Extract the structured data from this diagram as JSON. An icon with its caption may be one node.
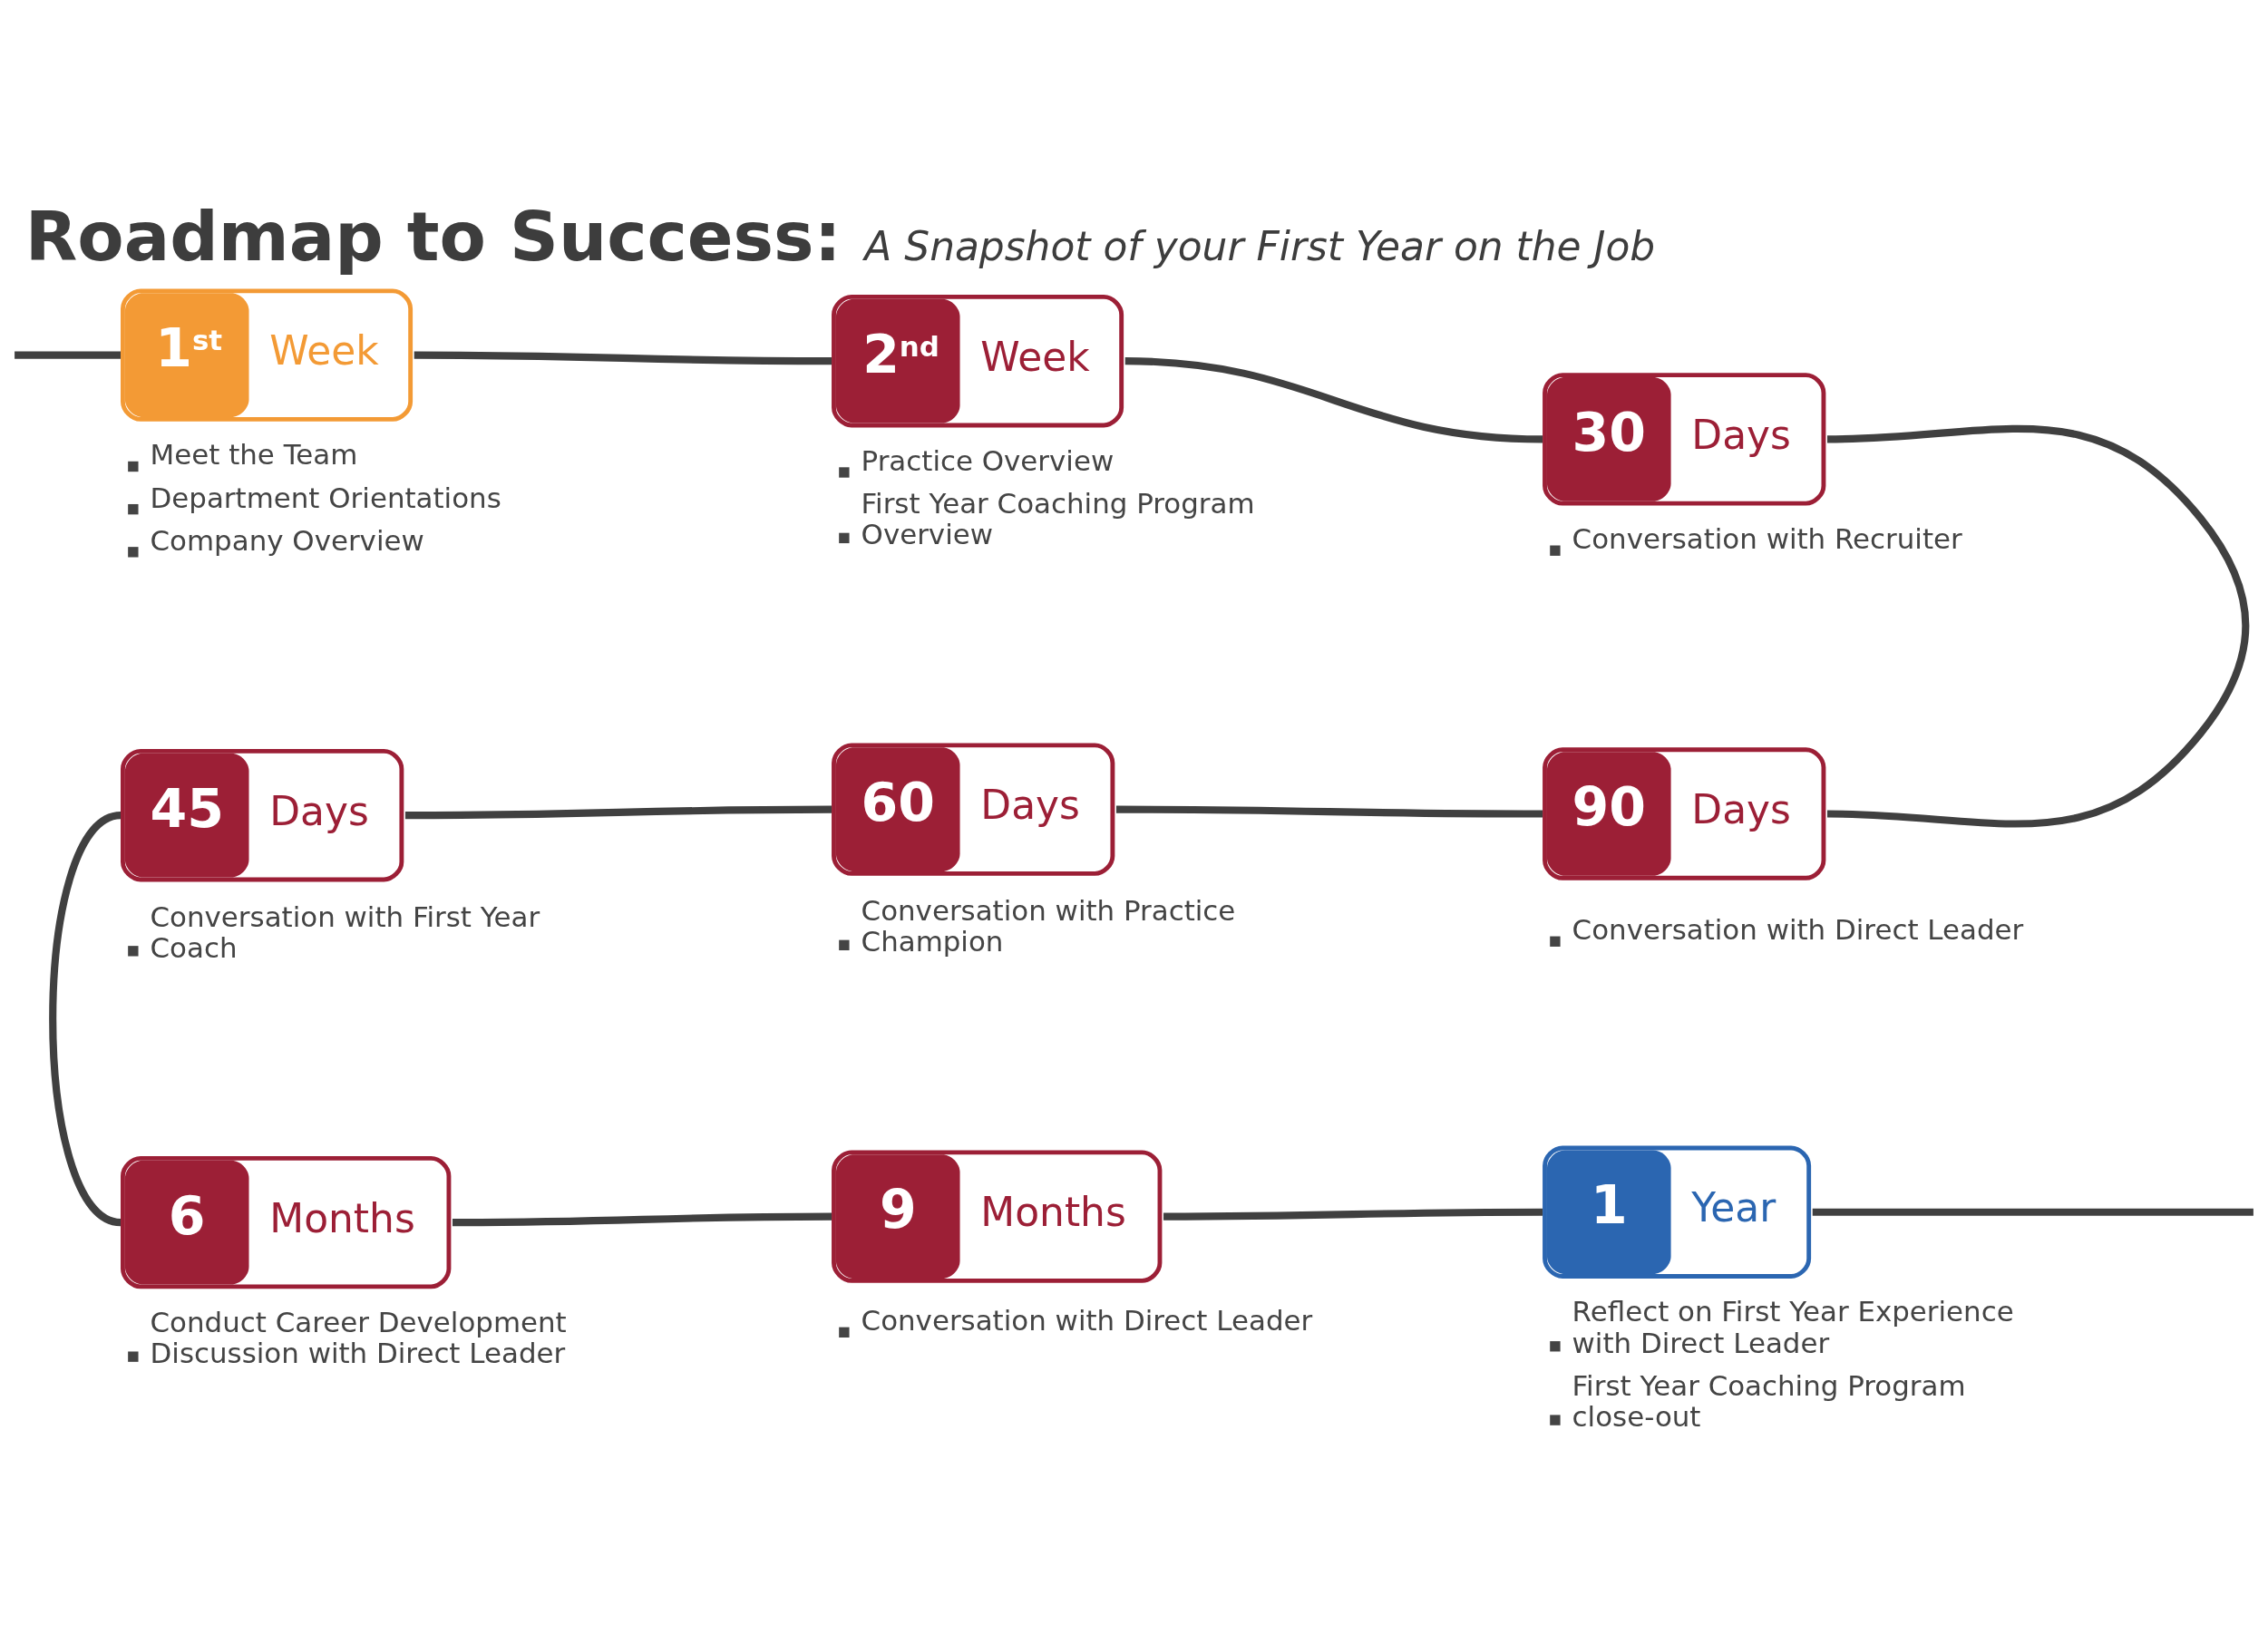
{
  "diagram": {
    "title": "Roadmap to Success: *A Snapshot of your First Year on the Job*",
    "nodes": [
      {
        "text": [
          "1$^{st}$",
          "Week"
        ],
        "beside": [
          "Meet the Team",
          "Department Orientations",
          "Company Overview"
        ]
      },
      {
        "text": [
          "2$^{nd}$",
          "Week"
        ],
        "beside": [
          "Practice Overview",
          "First Year Coaching Program Overview"
        ]
      },
      {
        "text": [
          "30",
          "Days"
        ],
        "beside": [
          "Conversation with Recruiter"
        ]
      },
      {
        "text": [
          "45",
          "Days"
        ],
        "beside": [
          "Conversation with First Year Coach"
        ]
      },
      {
        "text": [
          "60",
          "Days"
        ],
        "beside": [
          "Conversation with Practice Champion"
        ]
      },
      {
        "text": [
          "90",
          "Days"
        ],
        "beside": [
          "Conversation with Direct Leader"
        ]
      },
      {
        "text": [
          "6",
          "Months"
        ],
        "beside": [
          "Conduct Career Development Discussion with Direct Leader"
        ]
      },
      {
        "text": [
          "9",
          "Months"
        ],
        "beside": [
          "Conversation with Direct Leader"
        ]
      },
      {
        "text": [
          "1",
          "Year"
        ],
        "beside": [
          "Reflect on First Year Experience with Direct Leader",
          "First Year Coaching Program close-out"
        ]
      }
    ],
    "edges": [
      {
        "from": null,
        "to": 0,
        "arrow": "none"
      },
      {
        "from": 0,
        "to": 1,
        "arrow": "none"
      },
      {
        "from": 1,
        "to": 2,
        "arrow": "none"
      },
      {
        "from": 2,
        "to": 5,
        "arrow": "none"
      },
      {
        "from": 5,
        "to": 4,
        "arrow": "none"
      },
      {
        "from": 4,
        "to": 3,
        "arrow": "none"
      },
      {
        "from": 3,
        "to": 6,
        "arrow": "none"
      },
      {
        "from": 6,
        "to": 7,
        "arrow": "none"
      },
      {
        "from": 7,
        "to": 8,
        "arrow": "none"
      },
      {
        "from": 8,
        "to": null,
        "arrow": "none"
      }
    ]
  }
}
